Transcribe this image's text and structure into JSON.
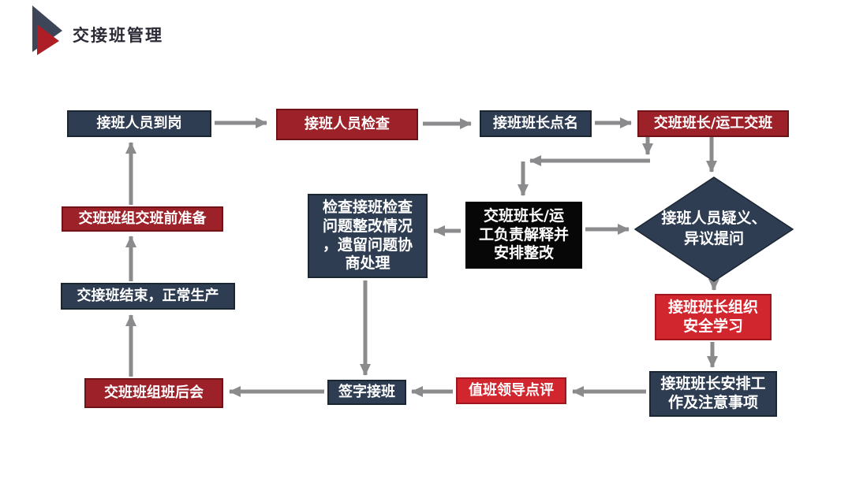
{
  "title": {
    "text": "交接班管理"
  },
  "colors": {
    "navy": "#2e3d52",
    "navy-border": "#1b2633",
    "darkred": "#9c2129",
    "darkred-border": "#6e1318",
    "red": "#d2262e",
    "red-border": "#a3151d",
    "black": "#070707",
    "arrow": "#8b8b8d",
    "title": "#2c2b35",
    "icon-navy": "#3d4558",
    "icon-red": "#ae1e26"
  },
  "nodes": [
    {
      "id": "arrive",
      "label": "接班人员到岗",
      "style": "navy"
    },
    {
      "id": "inspect",
      "label": "接班人员检查",
      "style": "darkred"
    },
    {
      "id": "rollcall",
      "label": "接班班长点名",
      "style": "navy"
    },
    {
      "id": "handover",
      "label": "交班班长/运工交班",
      "style": "darkred"
    },
    {
      "id": "pre-handover-prep",
      "label": "交班班组交班前准备",
      "style": "darkred"
    },
    {
      "id": "handover-complete",
      "label": "交接班结束，正常生产",
      "style": "navy"
    },
    {
      "id": "post-shift-meeting",
      "label": "交班班组班后会",
      "style": "darkred"
    },
    {
      "id": "check-rectification",
      "label": "检查接班检查问题整改情况，遗留问题协商处理",
      "style": "navy"
    },
    {
      "id": "explain-rectify",
      "label": "交班班长/运工负责解释并安排整改",
      "style": "black"
    },
    {
      "id": "questions",
      "label": "接班人员疑义、异议提问",
      "style": "diamond"
    },
    {
      "id": "safety-study",
      "label": "接班班长组织安全学习",
      "style": "red"
    },
    {
      "id": "assign-work",
      "label": "接班班长安排工作及注意事项",
      "style": "navy"
    },
    {
      "id": "sign",
      "label": "签字接班",
      "style": "navy"
    },
    {
      "id": "leader-review",
      "label": "值班领导点评",
      "style": "red"
    }
  ],
  "edges": [
    {
      "from": "arrive",
      "to": "inspect"
    },
    {
      "from": "inspect",
      "to": "rollcall"
    },
    {
      "from": "rollcall",
      "to": "handover"
    },
    {
      "from": "handover",
      "to": "explain-rectify"
    },
    {
      "from": "handover",
      "to": "questions"
    },
    {
      "from": "explain-rectify",
      "to": "questions"
    },
    {
      "from": "explain-rectify",
      "to": "check-rectification"
    },
    {
      "from": "questions",
      "to": "safety-study"
    },
    {
      "from": "safety-study",
      "to": "assign-work"
    },
    {
      "from": "assign-work",
      "to": "leader-review"
    },
    {
      "from": "leader-review",
      "to": "sign"
    },
    {
      "from": "sign",
      "to": "post-shift-meeting"
    },
    {
      "from": "check-rectification",
      "to": "sign"
    },
    {
      "from": "post-shift-meeting",
      "to": "handover-complete"
    },
    {
      "from": "handover-complete",
      "to": "pre-handover-prep"
    },
    {
      "from": "pre-handover-prep",
      "to": "arrive"
    }
  ]
}
